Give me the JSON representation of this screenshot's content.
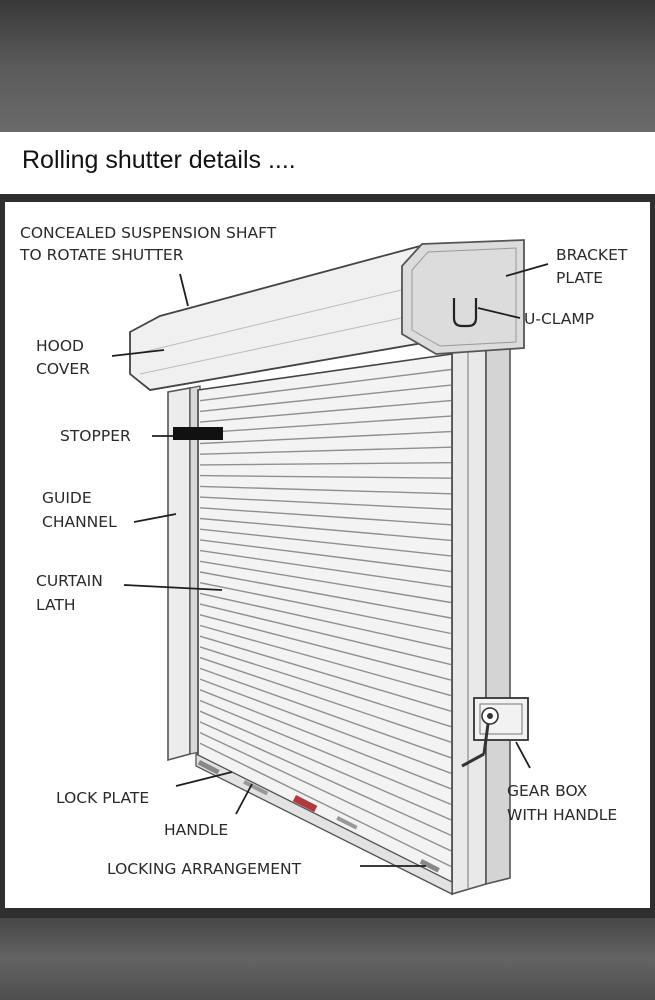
{
  "caption": "Rolling shutter details ....",
  "labels": {
    "shaft_1": "CONCEALED SUSPENSION SHAFT",
    "shaft_2": "TO ROTATE SHUTTER",
    "bracket_1": "BRACKET",
    "bracket_2": "PLATE",
    "uclamp": "U-CLAMP",
    "hood_1": "HOOD",
    "hood_2": "COVER",
    "stopper": "STOPPER",
    "guide_1": "GUIDE",
    "guide_2": "CHANNEL",
    "curtain_1": "CURTAIN",
    "curtain_2": "LATH",
    "lockplate": "LOCK PLATE",
    "handle": "HANDLE",
    "gearbox_1": "GEAR BOX",
    "gearbox_2": "WITH HANDLE",
    "locking": "LOCKING ARRANGEMENT"
  },
  "colors": {
    "lath_line": "#8f8f8f",
    "shutter_fill": "#f3f3f3",
    "bracket_fill": "#dcdcdc",
    "handle_accent": "#b23a3a"
  }
}
